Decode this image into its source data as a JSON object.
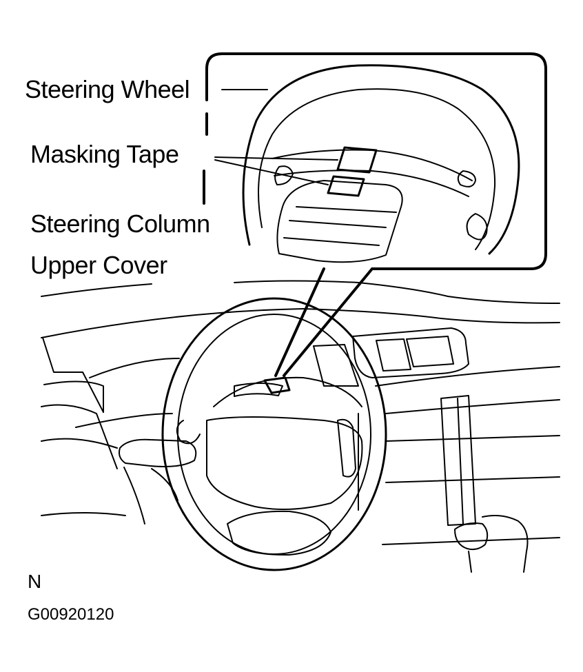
{
  "labels": {
    "steering_wheel": "Steering Wheel",
    "masking_tape": "Masking Tape",
    "steering_column_line1": "Steering Column",
    "steering_column_line2": "Upper Cover",
    "view_marker": "N",
    "figure_code": "G00920120"
  },
  "colors": {
    "ink": "#000000",
    "paper": "#ffffff"
  }
}
